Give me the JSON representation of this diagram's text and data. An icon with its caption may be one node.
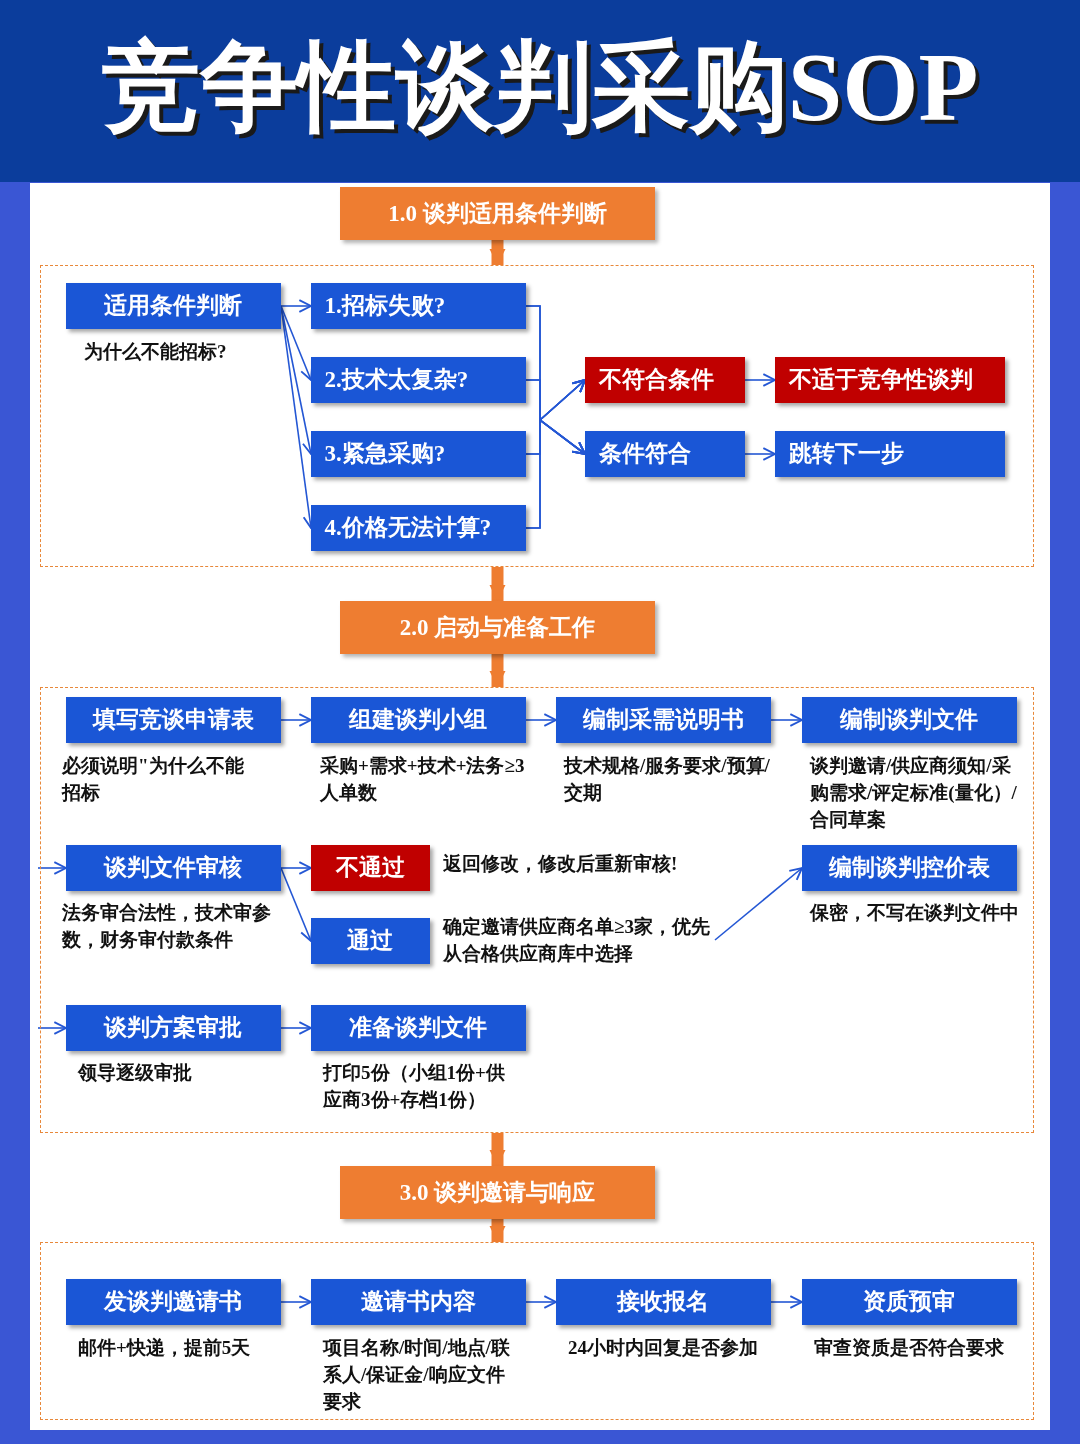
{
  "diagram": {
    "title": "竞争性谈判采购SOP",
    "nodes": [
      {
        "text": [
          "1.0 谈判适用条件判断"
        ]
      },
      {
        "text": [],
        "shape": "box"
      },
      {
        "text": [
          "适用条件判断"
        ],
        "beside": [
          "为什么不能招标?"
        ],
        "in": 1
      },
      {
        "text": [
          "1.招标失败?"
        ],
        "in": 1
      },
      {
        "text": [
          "2.技术太复杂?"
        ],
        "in": 1
      },
      {
        "text": [
          "3.紧急采购?"
        ],
        "in": 1
      },
      {
        "text": [
          "4.价格无法计算?"
        ],
        "in": 1
      },
      {
        "text": [
          "不符合条件"
        ],
        "in": 1
      },
      {
        "text": [
          "不适于竞争性谈判"
        ],
        "in": 1
      },
      {
        "text": [
          "条件符合"
        ],
        "in": 1
      },
      {
        "text": [
          "跳转下一步"
        ],
        "in": 1
      },
      {
        "text": [
          "2.0 启动与准备工作"
        ]
      },
      {
        "text": [],
        "shape": "box"
      },
      {
        "text": [
          "填写竞谈申请表"
        ],
        "beside": [
          "必须说明\"为什么不能招标"
        ],
        "in": 12
      },
      {
        "text": [
          "组建谈判小组"
        ],
        "beside": [
          "采购+需求+技术+法务≥3人单数"
        ],
        "in": 12
      },
      {
        "text": [
          "编制采需说明书"
        ],
        "beside": [
          "技术规格/服务要求/预算/交期"
        ],
        "in": 12
      },
      {
        "text": [
          "编制谈判文件"
        ],
        "beside": [
          "谈判邀请/供应商须知/采购需求/评定标准(量化）/合同草案"
        ],
        "in": 12
      },
      {
        "text": [
          "谈判文件审核"
        ],
        "beside": [
          "法务审合法性，技术审参数，财务审付款条件"
        ],
        "in": 12
      },
      {
        "text": [
          "不通过"
        ],
        "beside": [
          "返回修改，修改后重新审核!"
        ],
        "in": 12
      },
      {
        "text": [
          "通过"
        ],
        "beside": [
          "确定邀请供应商名单≥3家，优先从合格供应商库中选择"
        ],
        "in": 12
      },
      {
        "text": [
          "编制谈判控价表"
        ],
        "beside": [
          "保密，不写在谈判文件中"
        ],
        "in": 12
      },
      {
        "text": [
          "谈判方案审批"
        ],
        "beside": [
          "领导逐级审批"
        ],
        "in": 12
      },
      {
        "text": [
          "准备谈判文件"
        ],
        "beside": [
          "打印5份（小组1份+供应商3份+存档1份）"
        ],
        "in": 12
      },
      {
        "text": [
          "3.0 谈判邀请与响应"
        ]
      },
      {
        "text": [],
        "shape": "box"
      },
      {
        "text": [
          "发谈判邀请书"
        ],
        "beside": [
          "邮件+快递，提前5天"
        ],
        "in": 24
      },
      {
        "text": [
          "邀请书内容"
        ],
        "beside": [
          "项目名称/时间/地点/联系人/保证金/响应文件要求"
        ],
        "in": 24
      },
      {
        "text": [
          "接收报名"
        ],
        "beside": [
          "24小时内回复是否参加"
        ],
        "in": 24
      },
      {
        "text": [
          "资质预审"
        ],
        "beside": [
          "审查资质是否符合要求"
        ],
        "in": 24
      }
    ],
    "edges": [
      {
        "from": 0,
        "to": 1,
        "arrow": "to",
        "style": "thick",
        "color": "#ee7d31"
      },
      {
        "from": 1,
        "to": 11,
        "arrow": "to",
        "style": "thick",
        "color": "#ee7d31"
      },
      {
        "from": 11,
        "to": 12,
        "arrow": "to",
        "style": "thick",
        "color": "#ee7d31"
      },
      {
        "from": 12,
        "to": 23,
        "arrow": "to",
        "style": "thick",
        "color": "#ee7d31"
      },
      {
        "from": 23,
        "to": 24,
        "arrow": "to",
        "style": "thick",
        "color": "#ee7d31"
      },
      {
        "from": 2,
        "to": 3,
        "arrow": "to"
      },
      {
        "from": 2,
        "to": 4,
        "arrow": "to"
      },
      {
        "from": 2,
        "to": 5,
        "arrow": "to"
      },
      {
        "from": 2,
        "to": 6,
        "arrow": "to"
      },
      {
        "from": 3,
        "to": 7,
        "arrow": "to"
      },
      {
        "from": 4,
        "to": 7,
        "arrow": "to"
      },
      {
        "from": 5,
        "to": 7,
        "arrow": "to"
      },
      {
        "from": 6,
        "to": 7,
        "arrow": "to"
      },
      {
        "from": 3,
        "to": 9,
        "arrow": "to"
      },
      {
        "from": 4,
        "to": 9,
        "arrow": "to"
      },
      {
        "from": 5,
        "to": 9,
        "arrow": "to"
      },
      {
        "from": 6,
        "to": 9,
        "arrow": "to"
      },
      {
        "from": 7,
        "to": 8,
        "arrow": "to"
      },
      {
        "from": 9,
        "to": 10,
        "arrow": "to"
      },
      {
        "from": 13,
        "to": 14,
        "arrow": "to"
      },
      {
        "from": 14,
        "to": 15,
        "arrow": "to"
      },
      {
        "from": 15,
        "to": 16,
        "arrow": "to"
      },
      {
        "from": null,
        "to": 17,
        "arrow": "to"
      },
      {
        "from": 17,
        "to": 18,
        "arrow": "to"
      },
      {
        "from": 17,
        "to": 19,
        "arrow": "to"
      },
      {
        "from": 19,
        "to": 20,
        "arrow": "to"
      },
      {
        "from": null,
        "to": 21,
        "arrow": "to"
      },
      {
        "from": 21,
        "to": 22,
        "arrow": "to"
      },
      {
        "from": 25,
        "to": 26,
        "arrow": "to"
      },
      {
        "from": 26,
        "to": 27,
        "arrow": "to"
      },
      {
        "from": 27,
        "to": 28,
        "arrow": "to"
      }
    ]
  }
}
